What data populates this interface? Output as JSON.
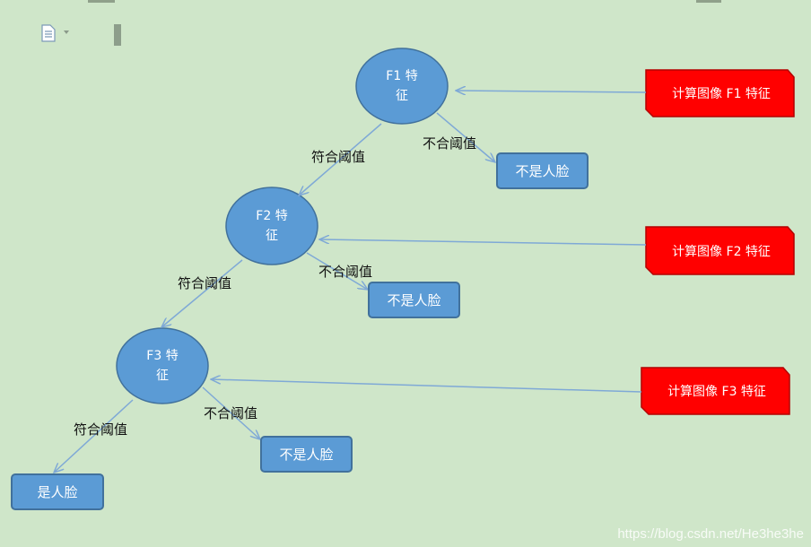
{
  "nodes": {
    "f1": {
      "line1": "F1 特",
      "line2": "征"
    },
    "f2": {
      "line1": "F2 特",
      "line2": "征"
    },
    "f3": {
      "line1": "F3 特",
      "line2": "征"
    }
  },
  "results": {
    "not_face_1": "不是人脸",
    "not_face_2": "不是人脸",
    "not_face_3": "不是人脸",
    "is_face": "是人脸"
  },
  "callouts": {
    "c1": "计算图像 F1 特征",
    "c2": "计算图像 F2 特征",
    "c3": "计算图像 F3 特征"
  },
  "edge_labels": {
    "pass_1": "符合阈值",
    "fail_1": "不合阈值",
    "pass_2": "符合阈值",
    "fail_2": "不合阈值",
    "pass_3": "符合阈值",
    "fail_3": "不合阈值"
  },
  "watermark": "https://blog.csdn.net/He3he3he",
  "colors": {
    "background": "#cfe6c9",
    "node_fill": "#5b9bd5",
    "node_border": "#41719c",
    "callout_fill": "#ff0000",
    "arrow": "#7fa9d6"
  },
  "icons": [
    "document-icon",
    "dropdown-arrow-icon",
    "toolbar-bar-icon"
  ]
}
